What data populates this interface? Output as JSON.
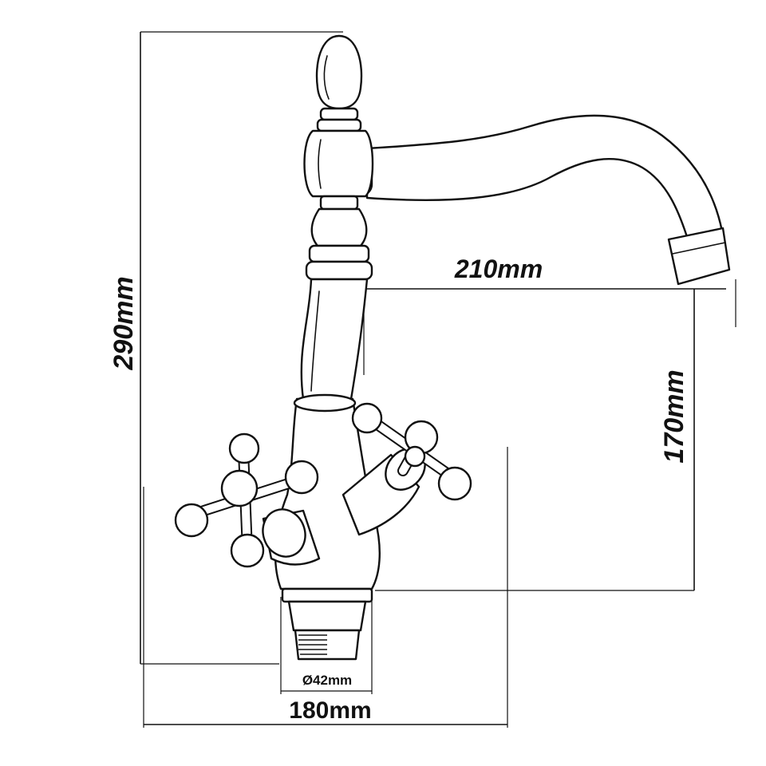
{
  "diagram": {
    "dimensions": {
      "total_height": "290mm",
      "spout_reach": "210mm",
      "spout_height": "170mm",
      "base_diameter": "Ø42mm",
      "handle_span": "180mm"
    },
    "colors": {
      "line": "#111111",
      "background": "#ffffff"
    }
  }
}
